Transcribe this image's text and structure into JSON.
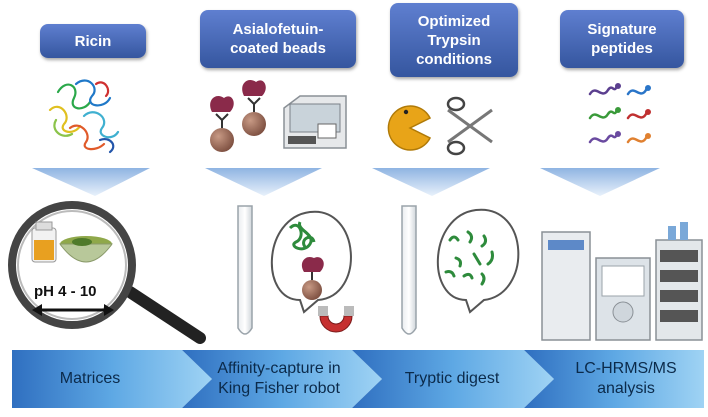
{
  "steps": [
    {
      "label": "Ricin",
      "icon": "ricin-protein-structure-icon"
    },
    {
      "label": "Asialofetuin-\ncoated beads",
      "icon": "coated-beads-icon"
    },
    {
      "label": "Optimized\nTrypsin\nconditions",
      "icon": "trypsin-scissors-icon"
    },
    {
      "label": "Signature\npeptides",
      "icon": "peptides-icon"
    }
  ],
  "workflow": [
    {
      "label": "Matrices"
    },
    {
      "label": "Affinity-capture in\nKing Fisher robot"
    },
    {
      "label": "Tryptic digest"
    },
    {
      "label": "LC-HRMS/MS\nanalysis"
    }
  ],
  "matrices": {
    "ph_range": "pH 4 - 10"
  },
  "colors": {
    "label_blue": "#4a6bb8",
    "funnel_blue": "#b9d3f0",
    "arrow_dark": "#2f6fc0",
    "arrow_light": "#8fc6ef",
    "peptide_green": "#2e8b3c",
    "ricin_toxin": "#8a2a4a",
    "bead_brown": "#a07060"
  }
}
